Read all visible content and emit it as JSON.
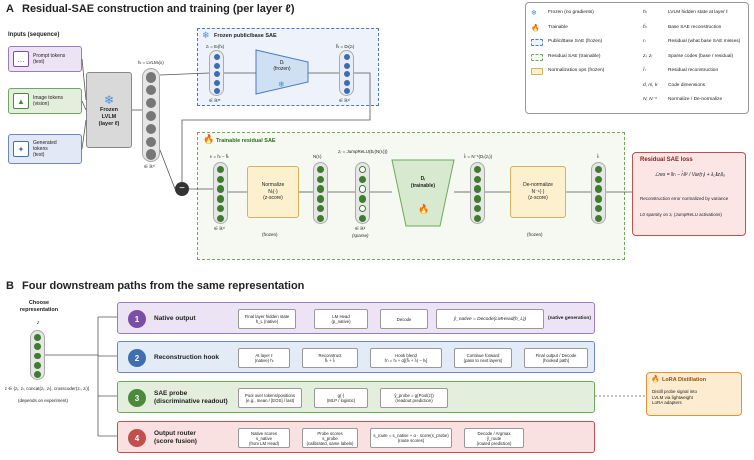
{
  "sectionA": {
    "letter": "A",
    "title": "Residual-SAE construction and training (per layer ℓ)"
  },
  "sectionB": {
    "letter": "B",
    "title": "Four downstream paths from the same representation"
  },
  "inputs": {
    "title": "Inputs (sequence)",
    "prompt": "Prompt tokens\n(text)",
    "image": "Image tokens\n(vision)",
    "generated": "Generated\ntokens\n(text)"
  },
  "lvlm": {
    "label": "Frozen\nLVLM\n(layer ℓ)"
  },
  "hidden": {
    "top": "hₗ = LVLMₗ(x)",
    "bottom": "∈ ℝᵈ"
  },
  "frozen_sae": {
    "title": "Frozen public/base SAE",
    "z_top": "zₗ = Eₗ(hₗ)",
    "decoder": "Dₗ\n(frozen)",
    "recon_top": "ĥₗ = Dₗ(zₗ)",
    "bottom_left": "∈ ℝᵐ",
    "bottom_right": "∈ ℝᵈ"
  },
  "trainable_sae": {
    "title": "Trainable residual SAE",
    "residual_top": "rₗ = hₗ − ĥₗ",
    "residual_bottom": "∈ ℝᵈ",
    "normalize": "Normalize\nNₗ(·)\n(z-score)",
    "normalize_tag": "(frozen)",
    "n_top": "N(rₗ)",
    "code_top": "zᵣ = JumpReLU(Eᵣ(N(rₗ)))",
    "code_bottom": "∈ ℝᵏ",
    "code_tag": "(sparse)",
    "decoder": "Dᵣ\n(trainable)",
    "recon_top": "r̂ₗ = N⁻¹(Dᵣ(zᵣ))",
    "denorm": "De-normalize\nN⁻¹(·)\n(z-score)",
    "denorm_tag": "(frozen)",
    "rhat_top": "r̂ₗ"
  },
  "loss": {
    "title": "Residual SAE loss",
    "formula": "ℒres = ‖rₗ − r̂ₗ‖² / Var(rₗ) + λ₀‖zᵣ‖₀",
    "bullet1": "Reconstruction error normalized by variance",
    "bullet2": "L0 sparsity on zᵣ (JumpReLU activations)"
  },
  "legend": {
    "items": [
      {
        "label": "Frozen (no gradients)",
        "sym": "hₗ",
        "desc": "LVLM hidden state at layer ℓ"
      },
      {
        "label": "Trainable",
        "sym": "ĥₗ",
        "desc": "Base SAE reconstruction"
      },
      {
        "label": "Public/Base SAE (frozen)",
        "sym": "rₗ",
        "desc": "Residual (what base SAE misses)"
      },
      {
        "label": "Residual SAE (trainable)",
        "sym": "zₗ, zᵣ",
        "desc": "Sparse codes (base / residual)"
      },
      {
        "label": "Normalization ops (frozen)",
        "sym": "r̂ₗ",
        "desc": "Residual reconstruction"
      },
      {
        "label": "",
        "sym": "d, m, k",
        "desc": "Code dimensions"
      },
      {
        "label": "",
        "sym": "N, N⁻¹",
        "desc": "Normalize / De-normalize"
      }
    ]
  },
  "choose": {
    "title": "Choose\nrepresentation",
    "var": "z",
    "caption": "z ∈ {zᵣ, zₗ, concat(zᵣ, zₗ), crosscoder(zᵣ, zₗ)}",
    "note": "(depends on experiment)"
  },
  "paths": [
    {
      "num": "1",
      "title": "Native output",
      "steps": [
        "Final layer hidden state\nh_L (native)",
        "LM Head\n(p_native)",
        "Decode"
      ],
      "formula": "ŷ_native = Decode(LMHead(h_L))",
      "tag": "(native generation)"
    },
    {
      "num": "2",
      "title": "Reconstruction hook",
      "steps": [
        "At layer ℓ\n(native) hₗ",
        "Reconstruct\nĥₗ + r̂ₗ",
        "Hook blend\nh′ₗ = hₗ + α[(ĥₗ + r̂ₗ) − hₗ]",
        "Continue forward\n(pass to next layers)",
        "Final output / Decode\n(hooked path)"
      ]
    },
    {
      "num": "3",
      "title": "SAE probe\n(discriminative readout)",
      "steps": [
        "Pool over tokens/positions\n(e.g., mean / [EOS] / last)",
        "g(·)\n(MLP / logistic)",
        "ŷ_probe = g(Pool(z))\n(readout prediction)"
      ]
    },
    {
      "num": "4",
      "title": "Output router\n(score fusion)",
      "steps": [
        "Native scores\ns_native\n(from LM Head)",
        "Probe scores\ns_probe\n(calibrated, same labels)",
        "s_route = s_native + α · score(s_probe)\n(route scores)",
        "Decode / Argmax\nŷ_route\n(routed prediction)"
      ]
    }
  ],
  "lora": {
    "title": "LoRA Distillation",
    "text": "Distill probe signal into\nLVLM via lightweight\nLoRA adapters"
  },
  "colors": {
    "purple": "#7b4fa6",
    "blue": "#3f6fb0",
    "green": "#4a8a3a",
    "red": "#c0504d",
    "orange": "#e69138"
  }
}
